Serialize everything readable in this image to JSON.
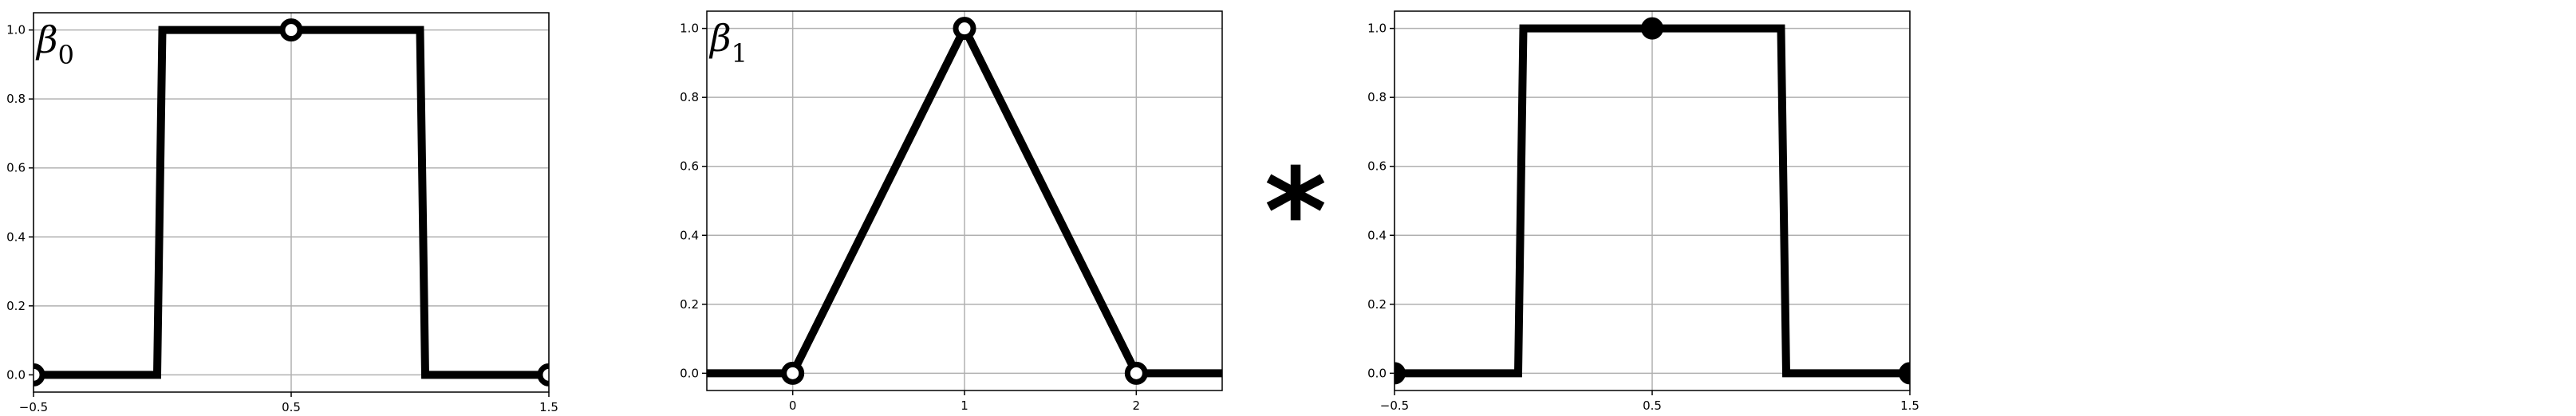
{
  "operator_symbol": "*",
  "chart_data": [
    {
      "type": "line",
      "title": "",
      "annotation": {
        "symbol": "β",
        "subscript": "0"
      },
      "xlabel": "",
      "ylabel": "",
      "xlim": [
        -0.5,
        1.5
      ],
      "ylim": [
        -0.05,
        1.05
      ],
      "xticks": [
        -0.5,
        0.5,
        1.5
      ],
      "xtick_labels": [
        "−0.5",
        "0.5",
        "1.5"
      ],
      "yticks": [
        0.0,
        0.2,
        0.4,
        0.6,
        0.8,
        1.0
      ],
      "ytick_labels": [
        "0.0",
        "0.2",
        "0.4",
        "0.6",
        "0.8",
        "1.0"
      ],
      "grid": true,
      "series": [
        {
          "x": [
            -0.5,
            -0.02,
            0.0,
            1.0,
            1.02,
            1.5
          ],
          "y": [
            0,
            0,
            1,
            1,
            0,
            0
          ]
        }
      ],
      "markers": [
        {
          "x": -0.5,
          "y": 0,
          "filled": false
        },
        {
          "x": 0.5,
          "y": 1,
          "filled": false
        },
        {
          "x": 1.5,
          "y": 0,
          "filled": false
        }
      ]
    },
    {
      "type": "line",
      "title": "",
      "annotation": {
        "symbol": "β",
        "subscript": "1"
      },
      "xlabel": "",
      "ylabel": "",
      "xlim": [
        -0.5,
        2.5
      ],
      "ylim": [
        -0.05,
        1.05
      ],
      "xticks": [
        0,
        1,
        2
      ],
      "xtick_labels": [
        "0",
        "1",
        "2"
      ],
      "yticks": [
        0.0,
        0.2,
        0.4,
        0.6,
        0.8,
        1.0
      ],
      "ytick_labels": [
        "0.0",
        "0.2",
        "0.4",
        "0.6",
        "0.8",
        "1.0"
      ],
      "grid": true,
      "series": [
        {
          "x": [
            -0.5,
            0,
            1,
            2,
            2.5
          ],
          "y": [
            0,
            0,
            1,
            0,
            0
          ]
        }
      ],
      "markers": [
        {
          "x": 0,
          "y": 0,
          "filled": false
        },
        {
          "x": 1,
          "y": 1,
          "filled": false
        },
        {
          "x": 2,
          "y": 0,
          "filled": false
        }
      ]
    },
    {
      "type": "line",
      "title": "",
      "annotation": null,
      "xlabel": "",
      "ylabel": "",
      "xlim": [
        -0.5,
        1.5
      ],
      "ylim": [
        -0.05,
        1.05
      ],
      "xticks": [
        -0.5,
        0.5,
        1.5
      ],
      "xtick_labels": [
        "−0.5",
        "0.5",
        "1.5"
      ],
      "yticks": [
        0.0,
        0.2,
        0.4,
        0.6,
        0.8,
        1.0
      ],
      "ytick_labels": [
        "0.0",
        "0.2",
        "0.4",
        "0.6",
        "0.8",
        "1.0"
      ],
      "grid": true,
      "series": [
        {
          "x": [
            -0.5,
            -0.02,
            0.0,
            1.0,
            1.02,
            1.5
          ],
          "y": [
            0,
            0,
            1,
            1,
            0,
            0
          ]
        }
      ],
      "markers": [
        {
          "x": -0.5,
          "y": 0,
          "filled": true
        },
        {
          "x": 0.5,
          "y": 1,
          "filled": true
        },
        {
          "x": 1.5,
          "y": 0,
          "filled": true
        }
      ]
    }
  ]
}
